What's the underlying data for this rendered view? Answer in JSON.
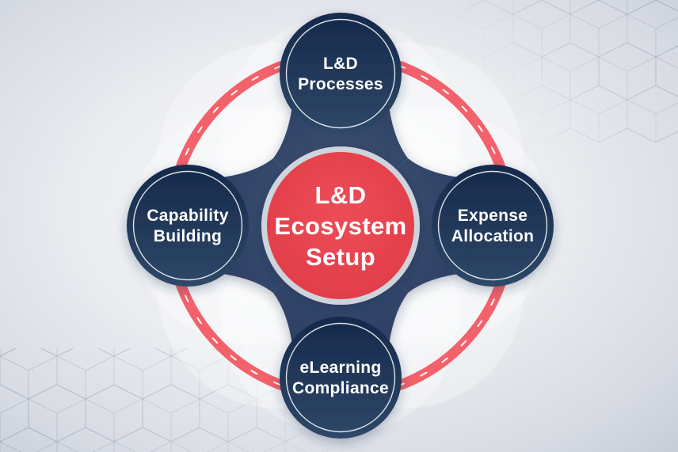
{
  "diagram_title": "L&D Ecosystem Setup",
  "center": {
    "lines": [
      "L&D",
      "Ecosystem",
      "Setup"
    ]
  },
  "nodes": {
    "top": {
      "lines": [
        "L&D",
        "Processes"
      ]
    },
    "right": {
      "lines": [
        "Expense",
        "Allocation"
      ]
    },
    "bottom": {
      "lines": [
        "eLearning",
        "Compliance"
      ]
    },
    "left": {
      "lines": [
        "Capability",
        "Building"
      ]
    }
  },
  "colors": {
    "navy_dark": "#16294b",
    "navy_light": "#2e4868",
    "center_red": "#e5414d",
    "ring_red": "#f3616b",
    "center_ring_gray": "#ced4dc",
    "background_center": "#f7f8fa",
    "background_edge": "#c6ccd7",
    "cube_line": "#8e99ad",
    "text": "#ffffff"
  }
}
